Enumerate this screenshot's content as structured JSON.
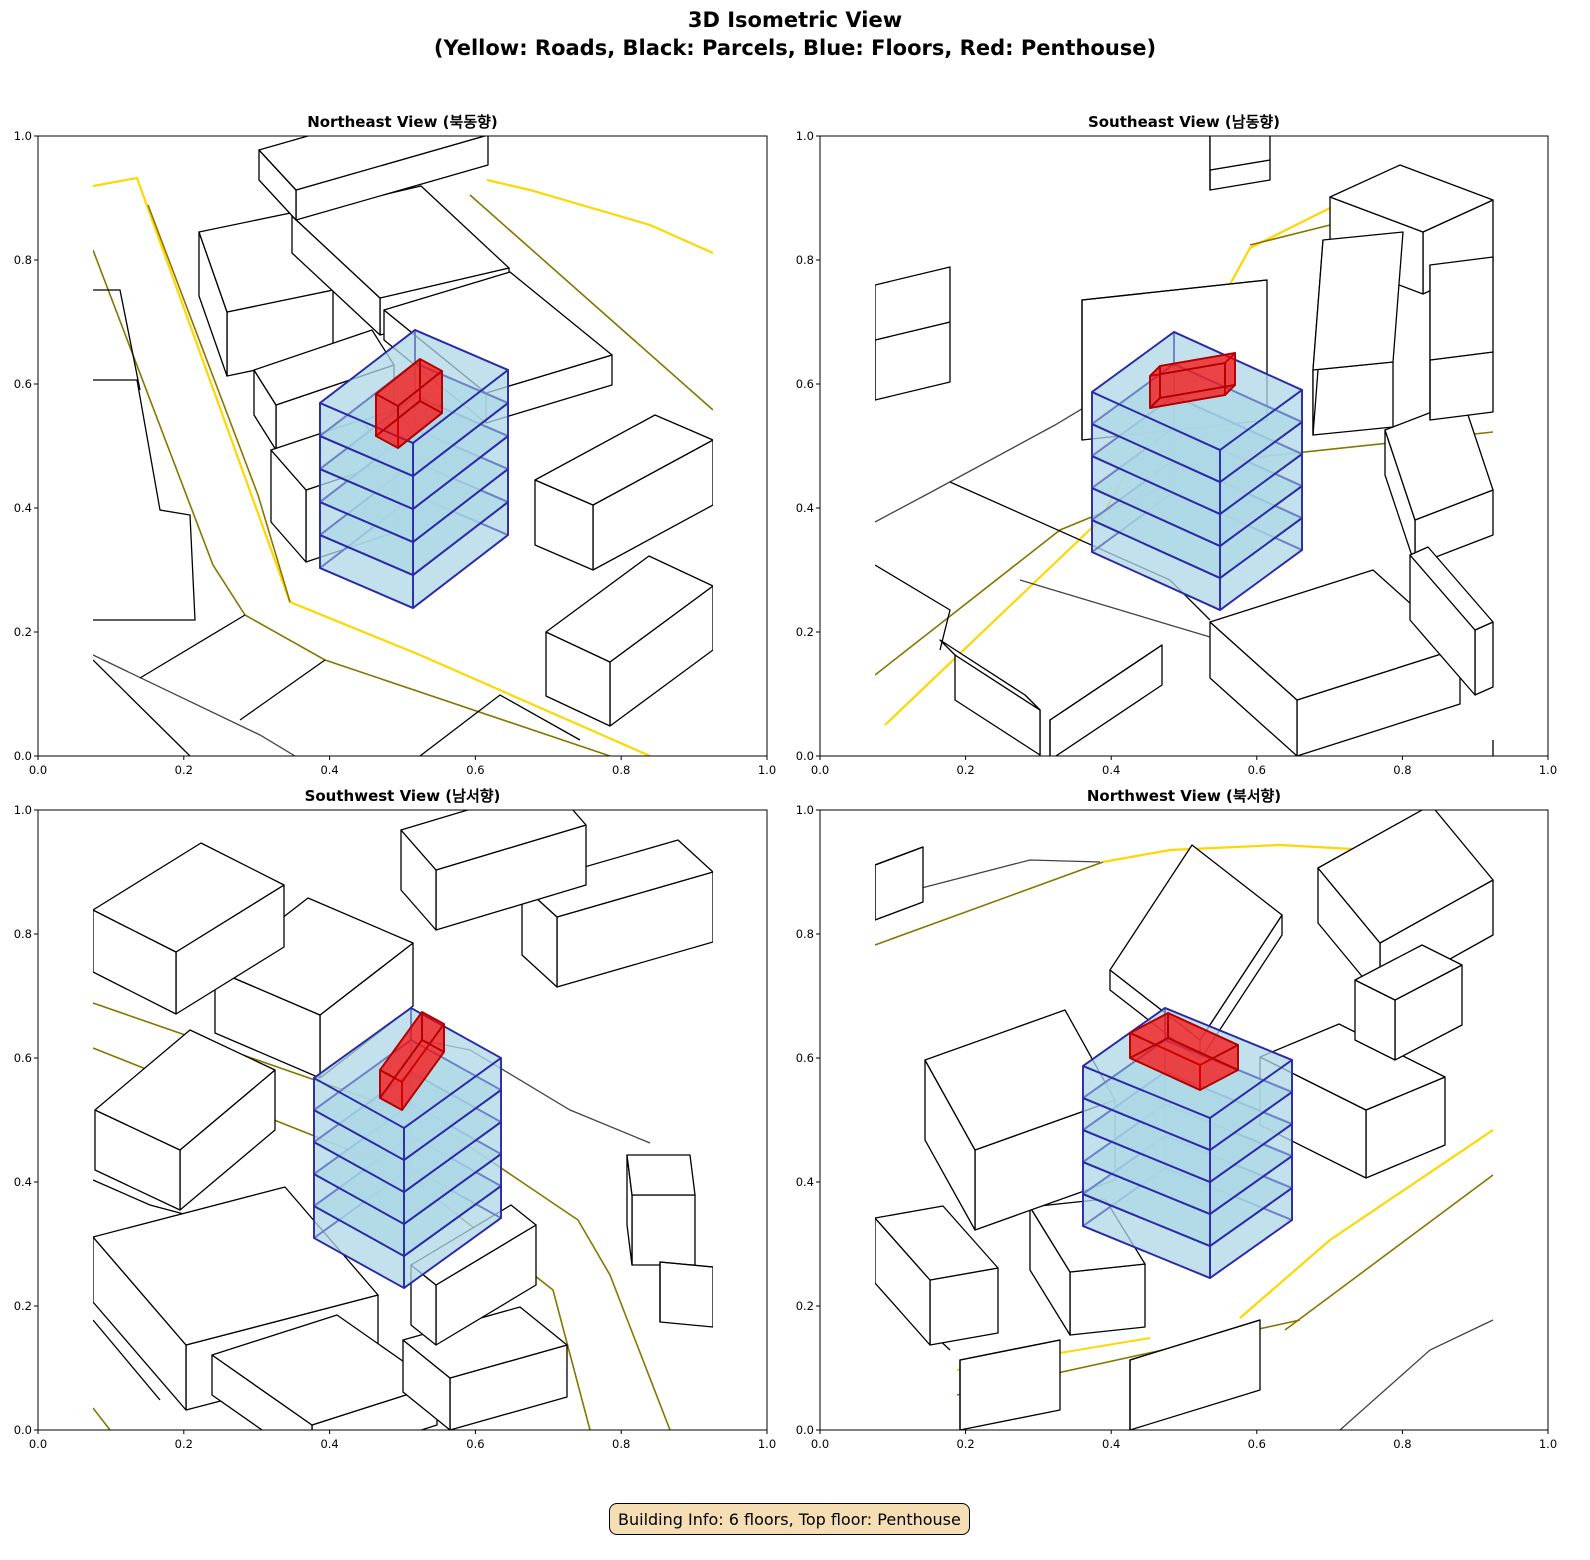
{
  "figure": {
    "title_line1": "3D Isometric View",
    "title_line2": "(Yellow: Roads, Black: Parcels, Blue: Floors, Red: Penthouse)",
    "info_box": "Building Info: 6 floors, Top floor: Penthouse"
  },
  "panels": [
    {
      "title": "Northeast View (북동향)"
    },
    {
      "title": "Southeast View (남동향)"
    },
    {
      "title": "Southwest View (남서향)"
    },
    {
      "title": "Northwest View (북서향)"
    }
  ],
  "ticks": [
    "0.0",
    "0.2",
    "0.4",
    "0.6",
    "0.8",
    "1.0"
  ],
  "colors": {
    "road": "#ffd700",
    "road_dark": "#8a7400",
    "parcel": "#000000",
    "floor_fill": "#add8e6",
    "floor_edge": "#2a2aa8",
    "penthouse": "#ff0000"
  }
}
